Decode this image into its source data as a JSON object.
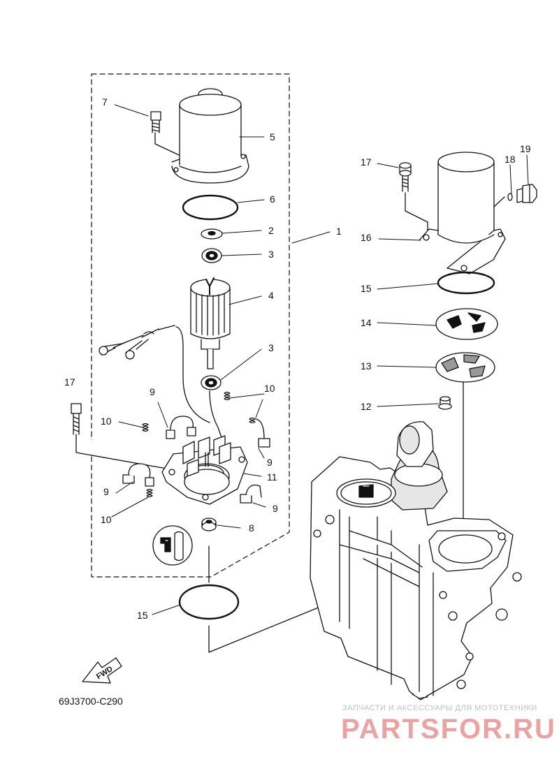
{
  "diagram": {
    "labels": {
      "p1": "1",
      "p2": "2",
      "p3a": "3",
      "p3b": "3",
      "p4": "4",
      "p5": "5",
      "p6": "6",
      "p7": "7",
      "p8": "8",
      "p9a": "9",
      "p9b": "9",
      "p9c": "9",
      "p9d": "9",
      "p10a": "10",
      "p10b": "10",
      "p10c": "10",
      "p11": "11",
      "p12": "12",
      "p13": "13",
      "p14": "14",
      "p15a": "15",
      "p15b": "15",
      "p16": "16",
      "p17a": "17",
      "p17b": "17",
      "p18": "18",
      "p19": "19"
    },
    "fwd_label": "FWD",
    "drawing_code": "69J3700-C290"
  },
  "watermark": {
    "tagline": "ЗАПЧАСТИ И АКСЕССУАРЫ ДЛЯ МОТОТЕХНИКИ",
    "brand": "PARTSFOR.RU"
  },
  "colors": {
    "line": "#111111",
    "fill": "#ffffff",
    "shade": "#e0e0e0",
    "watermark": "#e9a3a3"
  }
}
